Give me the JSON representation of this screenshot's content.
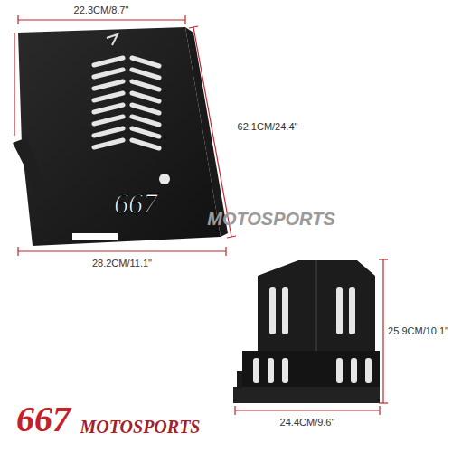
{
  "diagram": {
    "labels": [
      "22.3CM/8.7\"",
      "62.1CM/24.4\"",
      "667",
      "MOTOSPORTS",
      "28.2CM/11.1\"",
      "25.9CM/10.1\"",
      "24.4CM/9.6\"",
      "667",
      "MOTOSPORTS"
    ]
  }
}
